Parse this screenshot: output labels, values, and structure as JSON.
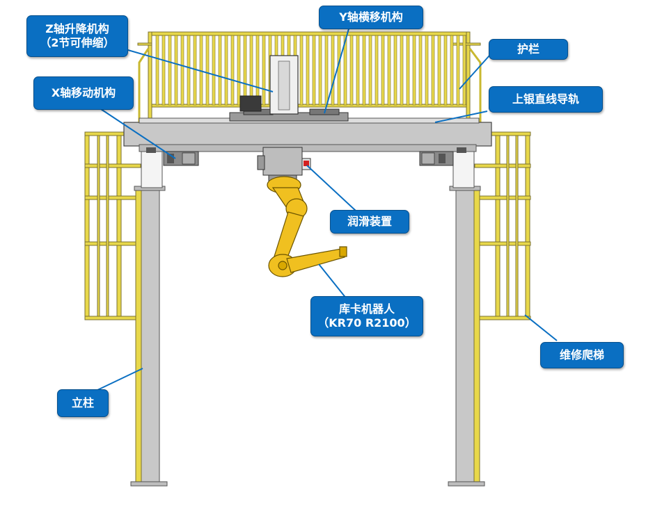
{
  "labels": {
    "z_axis": {
      "line1": "Z轴升降机构",
      "line2": "（2节可伸缩）"
    },
    "y_axis": "Y轴横移机构",
    "guardrail": "护栏",
    "x_axis": "X轴移动机构",
    "linear_rail": "上银直线导轨",
    "lubrication": "润滑装置",
    "robot": {
      "line1": "库卡机器人",
      "line2": "（KR70 R2100）"
    },
    "ladder": "维修爬梯",
    "column": "立柱"
  },
  "colors": {
    "callout_fill": "#0a6fc2",
    "frame_yellow": "#e8d84a",
    "robot_yellow": "#f0c020",
    "beam_gray": "#c8c8c8",
    "label_text": "#ffffff"
  }
}
